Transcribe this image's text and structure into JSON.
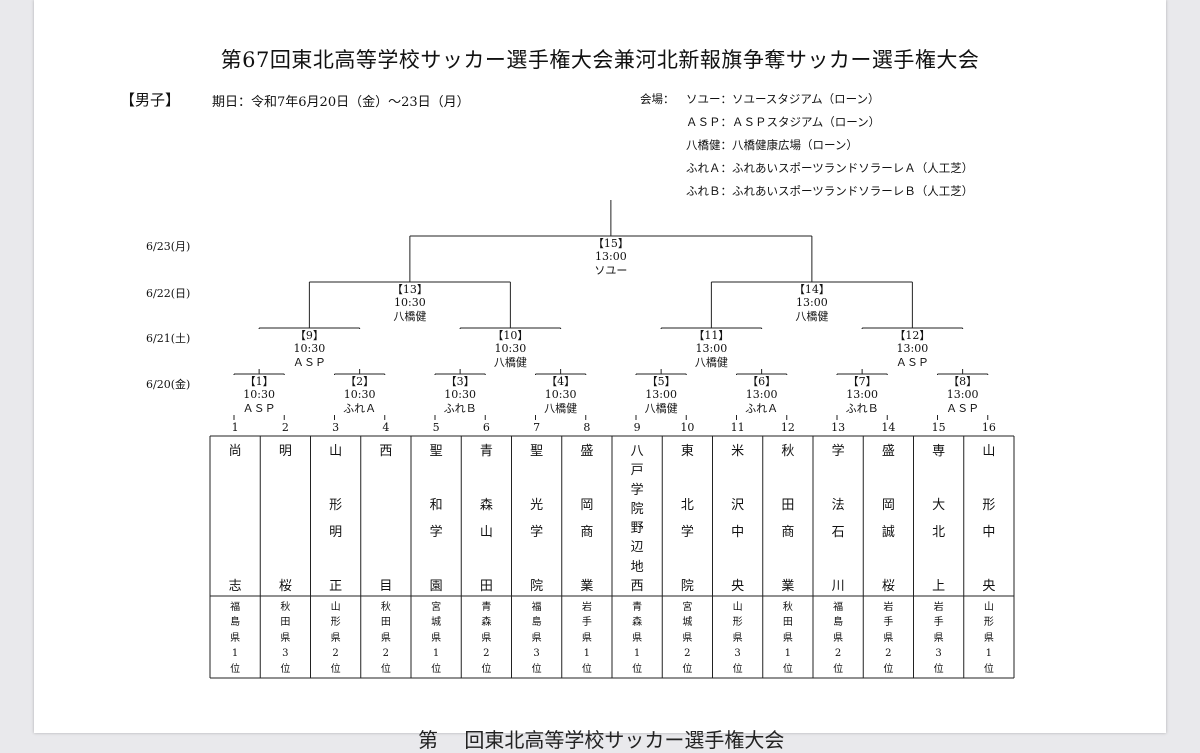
{
  "title": "第67回東北高等学校サッカー選手権大会兼河北新報旗争奪サッカー選手権大会",
  "division": "【男子】",
  "dates": "期日：令和7年6月20日（金）～23日（月）",
  "venue_label": "会場：",
  "venues": [
    "ソユー：ソユースタジアム（ローン）",
    "ＡＳＰ：ＡＳＰスタジアム（ローン）",
    "八橋健：八橋健康広場（ローン）",
    "ふれＡ：ふれあいスポーツランドソラーレＡ（人工芝）",
    "ふれＢ：ふれあいスポーツランドソラーレＢ（人工芝）"
  ],
  "round_dates": [
    "6/23(月)",
    "6/22(日)",
    "6/21(土)",
    "6/20(金)"
  ],
  "matches": [
    {
      "no": "【1】",
      "time": "10:30",
      "venue": "ＡＳＰ"
    },
    {
      "no": "【2】",
      "time": "10:30",
      "venue": "ふれＡ"
    },
    {
      "no": "【3】",
      "time": "10:30",
      "venue": "ふれＢ"
    },
    {
      "no": "【4】",
      "time": "10:30",
      "venue": "八橋健"
    },
    {
      "no": "【5】",
      "time": "13:00",
      "venue": "八橋健"
    },
    {
      "no": "【6】",
      "time": "13:00",
      "venue": "ふれＡ"
    },
    {
      "no": "【7】",
      "time": "13:00",
      "venue": "ふれＢ"
    },
    {
      "no": "【8】",
      "time": "13:00",
      "venue": "ＡＳＰ"
    },
    {
      "no": "【9】",
      "time": "10:30",
      "venue": "ＡＳＰ"
    },
    {
      "no": "【10】",
      "time": "10:30",
      "venue": "八橋健"
    },
    {
      "no": "【11】",
      "time": "13:00",
      "venue": "八橋健"
    },
    {
      "no": "【12】",
      "time": "13:00",
      "venue": "ＡＳＰ"
    },
    {
      "no": "【13】",
      "time": "10:30",
      "venue": "八橋健"
    },
    {
      "no": "【14】",
      "time": "13:00",
      "venue": "八橋健"
    },
    {
      "no": "【15】",
      "time": "13:00",
      "venue": "ソユー"
    }
  ],
  "teams": [
    {
      "pos": "1",
      "chars": [
        "尚",
        "",
        "",
        "",
        "",
        "志"
      ],
      "pref": [
        "福",
        "島",
        "県",
        "1",
        "位"
      ]
    },
    {
      "pos": "2",
      "chars": [
        "明",
        "",
        "",
        "",
        "",
        "桜"
      ],
      "pref": [
        "秋",
        "田",
        "県",
        "3",
        "位"
      ]
    },
    {
      "pos": "3",
      "chars": [
        "山",
        "",
        "形",
        "明",
        "",
        "正"
      ],
      "pref": [
        "山",
        "形",
        "県",
        "2",
        "位"
      ]
    },
    {
      "pos": "4",
      "chars": [
        "西",
        "",
        "",
        "",
        "",
        "目"
      ],
      "pref": [
        "秋",
        "田",
        "県",
        "2",
        "位"
      ]
    },
    {
      "pos": "5",
      "chars": [
        "聖",
        "",
        "和",
        "学",
        "",
        "園"
      ],
      "pref": [
        "宮",
        "城",
        "県",
        "1",
        "位"
      ]
    },
    {
      "pos": "6",
      "chars": [
        "青",
        "",
        "森",
        "山",
        "",
        "田"
      ],
      "pref": [
        "青",
        "森",
        "県",
        "2",
        "位"
      ]
    },
    {
      "pos": "7",
      "chars": [
        "聖",
        "",
        "光",
        "学",
        "",
        "院"
      ],
      "pref": [
        "福",
        "島",
        "県",
        "3",
        "位"
      ]
    },
    {
      "pos": "8",
      "chars": [
        "盛",
        "",
        "岡",
        "商",
        "",
        "業"
      ],
      "pref": [
        "岩",
        "手",
        "県",
        "1",
        "位"
      ]
    },
    {
      "pos": "9",
      "chars": [
        "八",
        "戸",
        "学",
        "院",
        "野",
        "辺",
        "地",
        "西"
      ],
      "pref": [
        "青",
        "森",
        "県",
        "1",
        "位"
      ]
    },
    {
      "pos": "10",
      "chars": [
        "東",
        "",
        "北",
        "学",
        "",
        "院"
      ],
      "pref": [
        "宮",
        "城",
        "県",
        "2",
        "位"
      ]
    },
    {
      "pos": "11",
      "chars": [
        "米",
        "",
        "沢",
        "中",
        "",
        "央"
      ],
      "pref": [
        "山",
        "形",
        "県",
        "3",
        "位"
      ]
    },
    {
      "pos": "12",
      "chars": [
        "秋",
        "",
        "田",
        "商",
        "",
        "業"
      ],
      "pref": [
        "秋",
        "田",
        "県",
        "1",
        "位"
      ]
    },
    {
      "pos": "13",
      "chars": [
        "学",
        "",
        "法",
        "石",
        "",
        "川"
      ],
      "pref": [
        "福",
        "島",
        "県",
        "2",
        "位"
      ]
    },
    {
      "pos": "14",
      "chars": [
        "盛",
        "",
        "岡",
        "誠",
        "",
        "桜"
      ],
      "pref": [
        "岩",
        "手",
        "県",
        "2",
        "位"
      ]
    },
    {
      "pos": "15",
      "chars": [
        "専",
        "",
        "大",
        "北",
        "",
        "上"
      ],
      "pref": [
        "岩",
        "手",
        "県",
        "3",
        "位"
      ]
    },
    {
      "pos": "16",
      "chars": [
        "山",
        "",
        "形",
        "中",
        "",
        "央"
      ],
      "pref": [
        "山",
        "形",
        "県",
        "1",
        "位"
      ]
    }
  ],
  "footer": "第 　回東北高等学校サッカー選手権大会"
}
